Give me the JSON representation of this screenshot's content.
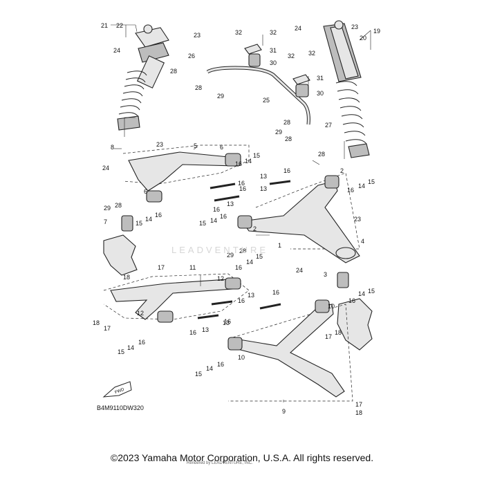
{
  "diagram": {
    "code": "B4M9110DW320",
    "watermark": "LEADVENTURE",
    "fwd_label": "FWD",
    "rendered_by": "Rendered by LEADVENTURE, INC.",
    "copyright": "©2023 Yamaha Motor Corporation, U.S.A. All rights reserved.",
    "callouts": [
      {
        "id": "c21",
        "text": "21"
      },
      {
        "id": "c22",
        "text": "22"
      },
      {
        "id": "c23a",
        "text": "23"
      },
      {
        "id": "c24a",
        "text": "24"
      },
      {
        "id": "c26",
        "text": "26"
      },
      {
        "id": "c28a",
        "text": "28"
      },
      {
        "id": "c28b",
        "text": "28"
      },
      {
        "id": "c29a",
        "text": "29"
      },
      {
        "id": "c32a",
        "text": "32"
      },
      {
        "id": "c32b",
        "text": "32"
      },
      {
        "id": "c31a",
        "text": "31"
      },
      {
        "id": "c30a",
        "text": "30"
      },
      {
        "id": "c32c",
        "text": "32"
      },
      {
        "id": "c32d",
        "text": "32"
      },
      {
        "id": "c31b",
        "text": "31"
      },
      {
        "id": "c30b",
        "text": "30"
      },
      {
        "id": "c25",
        "text": "25"
      },
      {
        "id": "c24b",
        "text": "24"
      },
      {
        "id": "c23b",
        "text": "23"
      },
      {
        "id": "c19",
        "text": "19"
      },
      {
        "id": "c20",
        "text": "20"
      },
      {
        "id": "c28c",
        "text": "28"
      },
      {
        "id": "c29b",
        "text": "29"
      },
      {
        "id": "c28d",
        "text": "28"
      },
      {
        "id": "c27",
        "text": "27"
      },
      {
        "id": "c28e",
        "text": "28"
      },
      {
        "id": "c8",
        "text": "8"
      },
      {
        "id": "c23c",
        "text": "23"
      },
      {
        "id": "c5",
        "text": "5"
      },
      {
        "id": "c6a",
        "text": "6"
      },
      {
        "id": "c16a",
        "text": "16"
      },
      {
        "id": "c14a",
        "text": "14"
      },
      {
        "id": "c15a",
        "text": "15"
      },
      {
        "id": "c24c",
        "text": "24"
      },
      {
        "id": "c6b",
        "text": "6"
      },
      {
        "id": "c29c",
        "text": "29"
      },
      {
        "id": "c28f",
        "text": "28"
      },
      {
        "id": "c16b",
        "text": "16"
      },
      {
        "id": "c13a",
        "text": "13"
      },
      {
        "id": "c13b",
        "text": "13"
      },
      {
        "id": "c16c",
        "text": "16"
      },
      {
        "id": "c16d",
        "text": "16"
      },
      {
        "id": "c2a",
        "text": "2"
      },
      {
        "id": "c16e",
        "text": "16"
      },
      {
        "id": "c14b",
        "text": "14"
      },
      {
        "id": "c15b",
        "text": "15"
      },
      {
        "id": "c7",
        "text": "7"
      },
      {
        "id": "c15c",
        "text": "15"
      },
      {
        "id": "c14c",
        "text": "14"
      },
      {
        "id": "c16f",
        "text": "16"
      },
      {
        "id": "c13c",
        "text": "13"
      },
      {
        "id": "c16g",
        "text": "16"
      },
      {
        "id": "c15d",
        "text": "15"
      },
      {
        "id": "c14d",
        "text": "14"
      },
      {
        "id": "c16h",
        "text": "16"
      },
      {
        "id": "c2b",
        "text": "2"
      },
      {
        "id": "c23d",
        "text": "23"
      },
      {
        "id": "c4",
        "text": "4"
      },
      {
        "id": "c29d",
        "text": "29"
      },
      {
        "id": "c28g",
        "text": "28"
      },
      {
        "id": "c1",
        "text": "1"
      },
      {
        "id": "c24d",
        "text": "24"
      },
      {
        "id": "c17a",
        "text": "17"
      },
      {
        "id": "c18a",
        "text": "18"
      },
      {
        "id": "c11",
        "text": "11"
      },
      {
        "id": "c16i",
        "text": "16"
      },
      {
        "id": "c14e",
        "text": "14"
      },
      {
        "id": "c15e",
        "text": "15"
      },
      {
        "id": "c12a",
        "text": "12"
      },
      {
        "id": "c3",
        "text": "3"
      },
      {
        "id": "c16j",
        "text": "16"
      },
      {
        "id": "c14f",
        "text": "14"
      },
      {
        "id": "c15f",
        "text": "15"
      },
      {
        "id": "c16k",
        "text": "16"
      },
      {
        "id": "c13d",
        "text": "13"
      },
      {
        "id": "c16l",
        "text": "16"
      },
      {
        "id": "c10a",
        "text": "10"
      },
      {
        "id": "c12b",
        "text": "12"
      },
      {
        "id": "c16m",
        "text": "16"
      },
      {
        "id": "c13e",
        "text": "13"
      },
      {
        "id": "c13f",
        "text": "13"
      },
      {
        "id": "c16n",
        "text": "16"
      },
      {
        "id": "c18b",
        "text": "18"
      },
      {
        "id": "c17b",
        "text": "17"
      },
      {
        "id": "c16o",
        "text": "16"
      },
      {
        "id": "c14g",
        "text": "14"
      },
      {
        "id": "c15g",
        "text": "15"
      },
      {
        "id": "c18c",
        "text": "18"
      },
      {
        "id": "c17c",
        "text": "17"
      },
      {
        "id": "c15h",
        "text": "15"
      },
      {
        "id": "c14h",
        "text": "14"
      },
      {
        "id": "c16p",
        "text": "16"
      },
      {
        "id": "c10b",
        "text": "10"
      },
      {
        "id": "c9",
        "text": "9"
      },
      {
        "id": "c17d",
        "text": "17"
      },
      {
        "id": "c18d",
        "text": "18"
      }
    ]
  }
}
